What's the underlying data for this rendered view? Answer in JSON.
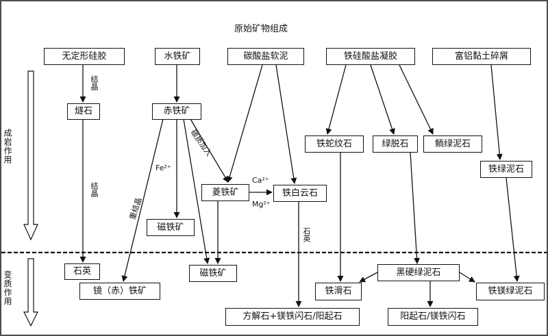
{
  "title": "原始矿物组成",
  "stages": {
    "formation": "成岩作用",
    "metamorphism": "变质作用"
  },
  "nodes": {
    "amorphous_silica": "无定形硅胶",
    "limonite": "水铁矿",
    "carbonate_mud": "碳酸盐软泥",
    "iron_silicate_gel": "铁硅酸盐凝胶",
    "al_clay_debris": "富铝黏土碎屑",
    "chert": "燧石",
    "hematite": "赤铁矿",
    "greenalite": "铁蛇纹石",
    "stilpnomelane": "绿脱石",
    "chamosite": "鲕绿泥石",
    "thuringite": "铁绿泥石",
    "siderite": "菱铁矿",
    "ankerite": "铁白云石",
    "magnetite_upper": "磁铁矿",
    "quartz": "石英",
    "specularite": "镜（赤）铁矿",
    "magnetite_lower": "磁铁矿",
    "black_chlorite": "黑硬绿泥石",
    "minnesotaite": "铁滑石",
    "fe_mg_chlorite": "铁镁绿泥石",
    "calcite_group": "方解石+镁铁闪石/阳起石",
    "actinolite_group": "阳起石/镁铁闪石"
  },
  "edge_labels": {
    "crystallize_1": "结晶",
    "crystallize_2": "结晶",
    "recrystallize": "重结晶",
    "carbon_added": "碳质加入",
    "fe2": "Fe²⁺",
    "ca2": "Ca²⁺",
    "mg2": "Mg²⁺",
    "quartz_label": "石英"
  }
}
